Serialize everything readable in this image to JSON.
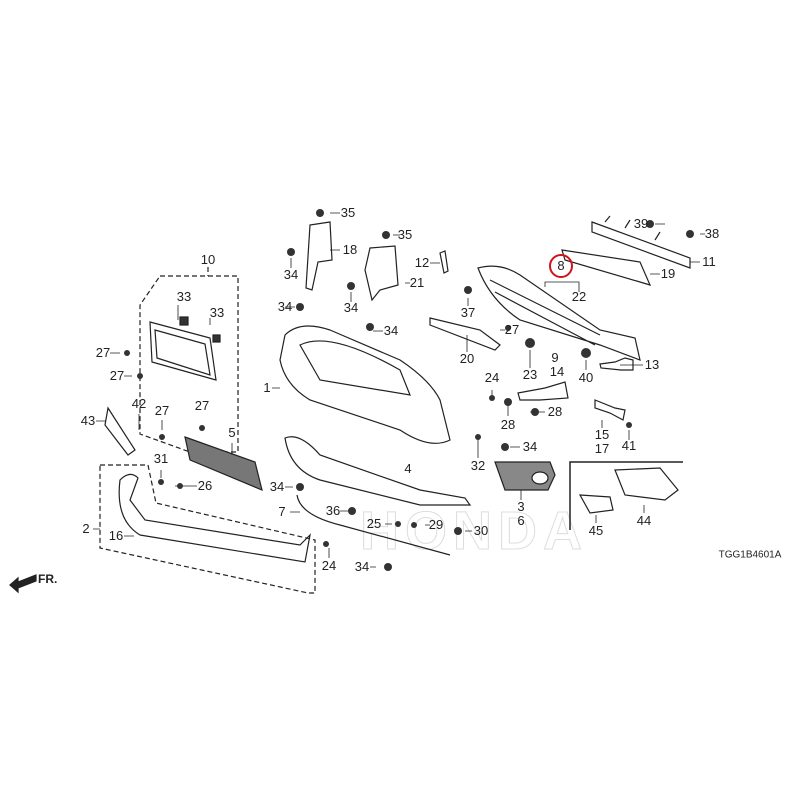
{
  "diagram": {
    "diagram_code": "TGG1B4601A",
    "front_indicator": "FR.",
    "watermark": "HONDA",
    "highlight_color": "#d0121b",
    "highlighted_callout": "8",
    "callouts": [
      "35",
      "18",
      "34",
      "34",
      "35",
      "21",
      "34",
      "34",
      "12",
      "37",
      "27",
      "20",
      "8",
      "22",
      "39",
      "38",
      "11",
      "19",
      "23",
      "9",
      "14",
      "40",
      "13",
      "24",
      "28",
      "28",
      "15",
      "17",
      "41",
      "34",
      "32",
      "3",
      "6",
      "45",
      "44",
      "10",
      "33",
      "33",
      "27",
      "27",
      "1",
      "43",
      "42",
      "27",
      "27",
      "5",
      "31",
      "26",
      "34",
      "4",
      "7",
      "36",
      "25",
      "29",
      "30",
      "2",
      "16",
      "24",
      "34"
    ]
  }
}
